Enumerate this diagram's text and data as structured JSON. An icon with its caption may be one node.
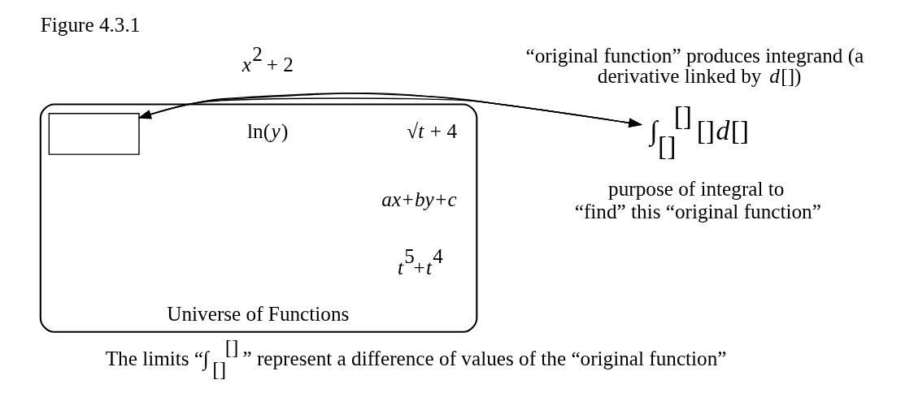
{
  "diagram": {
    "title": "Figure 4.3.1",
    "caption": "The limits “∫$_{[]}$$^{[]}$ ” represent a difference of values of the “original function”",
    "nodes": [
      {
        "text": [
          "Universe of Functions"
        ]
      },
      {
        "text": [],
        "shape": "box",
        "in": 0
      },
      {
        "text": [
          "∫$_{[]}$$^{[]}$ []*d*[]"
        ]
      }
    ],
    "edges": [
      {
        "from": 1,
        "to": 2,
        "arrow": "to"
      },
      {
        "from": 1,
        "to": 2,
        "arrow": "to"
      },
      {
        "from": 2,
        "to": 1,
        "arrow": "to"
      }
    ],
    "labels": [
      "“original function” produces integrand (a derivative linked by *d*[])",
      "*x*$^{2}$ + 2",
      "√*t* + 4",
      "ln(*y*)",
      "*ax*+*by*+*c*",
      "*t*$^{5}$+*t*$^{4}$",
      "purpose of integral to “find” this “original function”"
    ]
  }
}
